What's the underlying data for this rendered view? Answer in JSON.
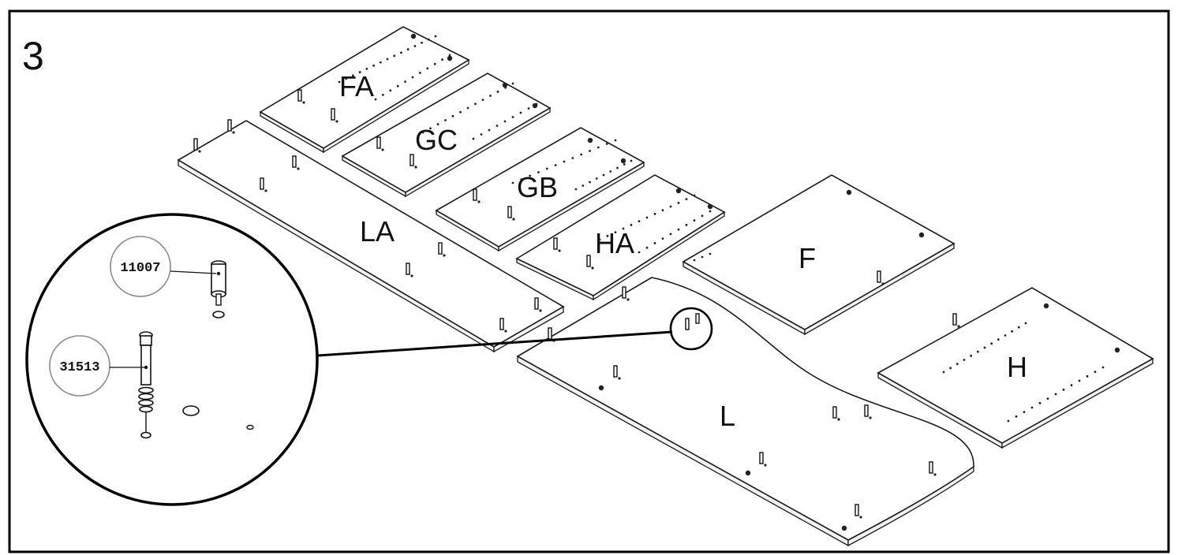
{
  "step": {
    "number": "3"
  },
  "panels": [
    {
      "id": "FA",
      "label": "FA"
    },
    {
      "id": "GC",
      "label": "GC"
    },
    {
      "id": "GB",
      "label": "GB"
    },
    {
      "id": "HA",
      "label": "HA"
    },
    {
      "id": "LA",
      "label": "LA"
    },
    {
      "id": "F",
      "label": "F"
    },
    {
      "id": "H",
      "label": "H"
    },
    {
      "id": "L",
      "label": "L"
    }
  ],
  "detail": {
    "parts": [
      {
        "code": "11007"
      },
      {
        "code": "31513"
      }
    ]
  },
  "colors": {
    "line": "#1a1a1a",
    "background": "#ffffff",
    "frame": "#000000"
  }
}
